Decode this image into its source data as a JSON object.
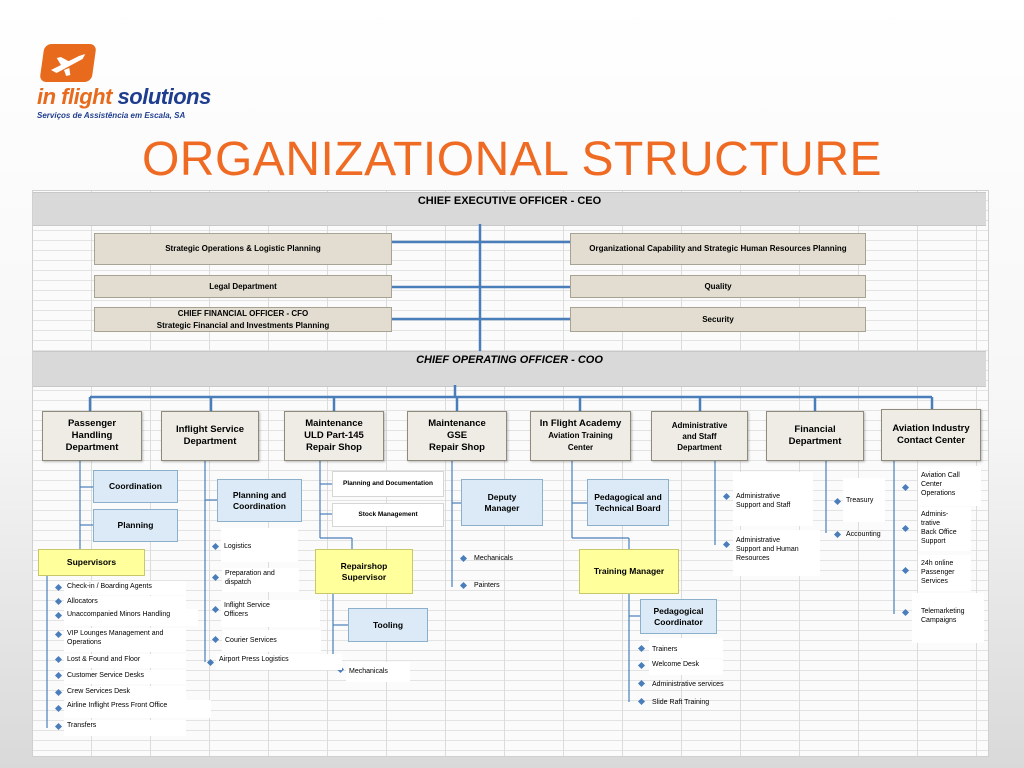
{
  "logo": {
    "name_part1": "in flight",
    "name_part2": " solutions",
    "tagline": "Serviços de Assistência em Escala, SA",
    "icon": "airplane-icon",
    "color": "#e86a1c"
  },
  "title": "ORGANIZATIONAL STRUCTURE",
  "colors": {
    "title": "#ef6a22",
    "lines": "#4a7ebb",
    "staff_box": "#e2ddd0",
    "blue_box": "#dbeaf6",
    "yellow_box": "#ffff9c"
  },
  "ceo": {
    "label": "CHIEF EXECUTIVE OFFICER - CEO",
    "staff_left": [
      "Strategic Operations & Logistic Planning",
      "Legal Department",
      [
        "CHIEF FINANCIAL OFFICER - CFO",
        "Strategic Financial and Investments Planning"
      ]
    ],
    "staff_right": [
      "Organizational Capability and Strategic Human Resources Planning",
      "Quality",
      "Security"
    ]
  },
  "coo": {
    "label": "CHIEF OPERATING OFFICER - COO",
    "departments": [
      [
        "Passenger",
        "Handling",
        "Department"
      ],
      [
        "Inflight Service",
        "Department"
      ],
      [
        "Maintenance",
        "ULD Part-145",
        "Repair Shop"
      ],
      [
        "Maintenance",
        "GSE",
        "Repair Shop"
      ],
      [
        "In Flight Academy",
        "Aviation Training",
        "Center"
      ],
      [
        "Administrative",
        "and Staff",
        "Department"
      ],
      [
        "Financial",
        "Department"
      ],
      [
        "Aviation Industry",
        "Contact Center"
      ]
    ]
  },
  "passenger": {
    "coordination": "Coordination",
    "planning": "Planning",
    "supervisors": "Supervisors",
    "items": [
      "Check-in / Boarding Agents",
      "Allocators",
      "Unaccompanied  Minors Handling",
      [
        "VIP Lounges Management and",
        "Operations"
      ],
      "Lost & Found and Floor",
      "Customer Service Desks",
      "Crew Services Desk",
      "Airline Inflight Press Front Office",
      "Transfers"
    ]
  },
  "inflight": {
    "planning": [
      "Planning and",
      "Coordination"
    ],
    "items": [
      "Logistics",
      [
        "Preparation and",
        "dispatch"
      ],
      [
        "Inflight  Service",
        "Officers"
      ],
      "Courier Services",
      "Airport Press Logistics"
    ]
  },
  "uld": {
    "planning_doc": "Planning  and Documentation",
    "stock": "Stock Management",
    "repairshop": [
      "Repairshop",
      "Supervisor"
    ],
    "tooling": "Tooling",
    "mechanicals": "Mechanicals"
  },
  "gse": {
    "deputy": [
      "Deputy",
      "Manager"
    ],
    "items": [
      "Mechanicals",
      "Painters"
    ]
  },
  "academy": {
    "board": [
      "Pedagogical and",
      "Technical Board"
    ],
    "training_manager": "Training Manager",
    "coordinator": [
      "Pedagogical",
      "Coordinator"
    ],
    "items": [
      "Trainers",
      "Welcome Desk",
      "Administrative services",
      "Slide  Raft  Training"
    ]
  },
  "admin": {
    "items": [
      [
        "Administrative",
        "Support and Staff"
      ],
      [
        "Administrative",
        "Support and Human",
        "Resources"
      ]
    ]
  },
  "financial": {
    "items": [
      "Treasury",
      "Accounting"
    ]
  },
  "contact": {
    "items": [
      [
        "Aviation Call",
        "Center",
        "Operations"
      ],
      [
        "Adminis-",
        "trative",
        "Back Office",
        "Support"
      ],
      [
        "24h online",
        "Passenger",
        "Services"
      ],
      [
        "Telemarketing",
        "Campaigns"
      ]
    ]
  }
}
